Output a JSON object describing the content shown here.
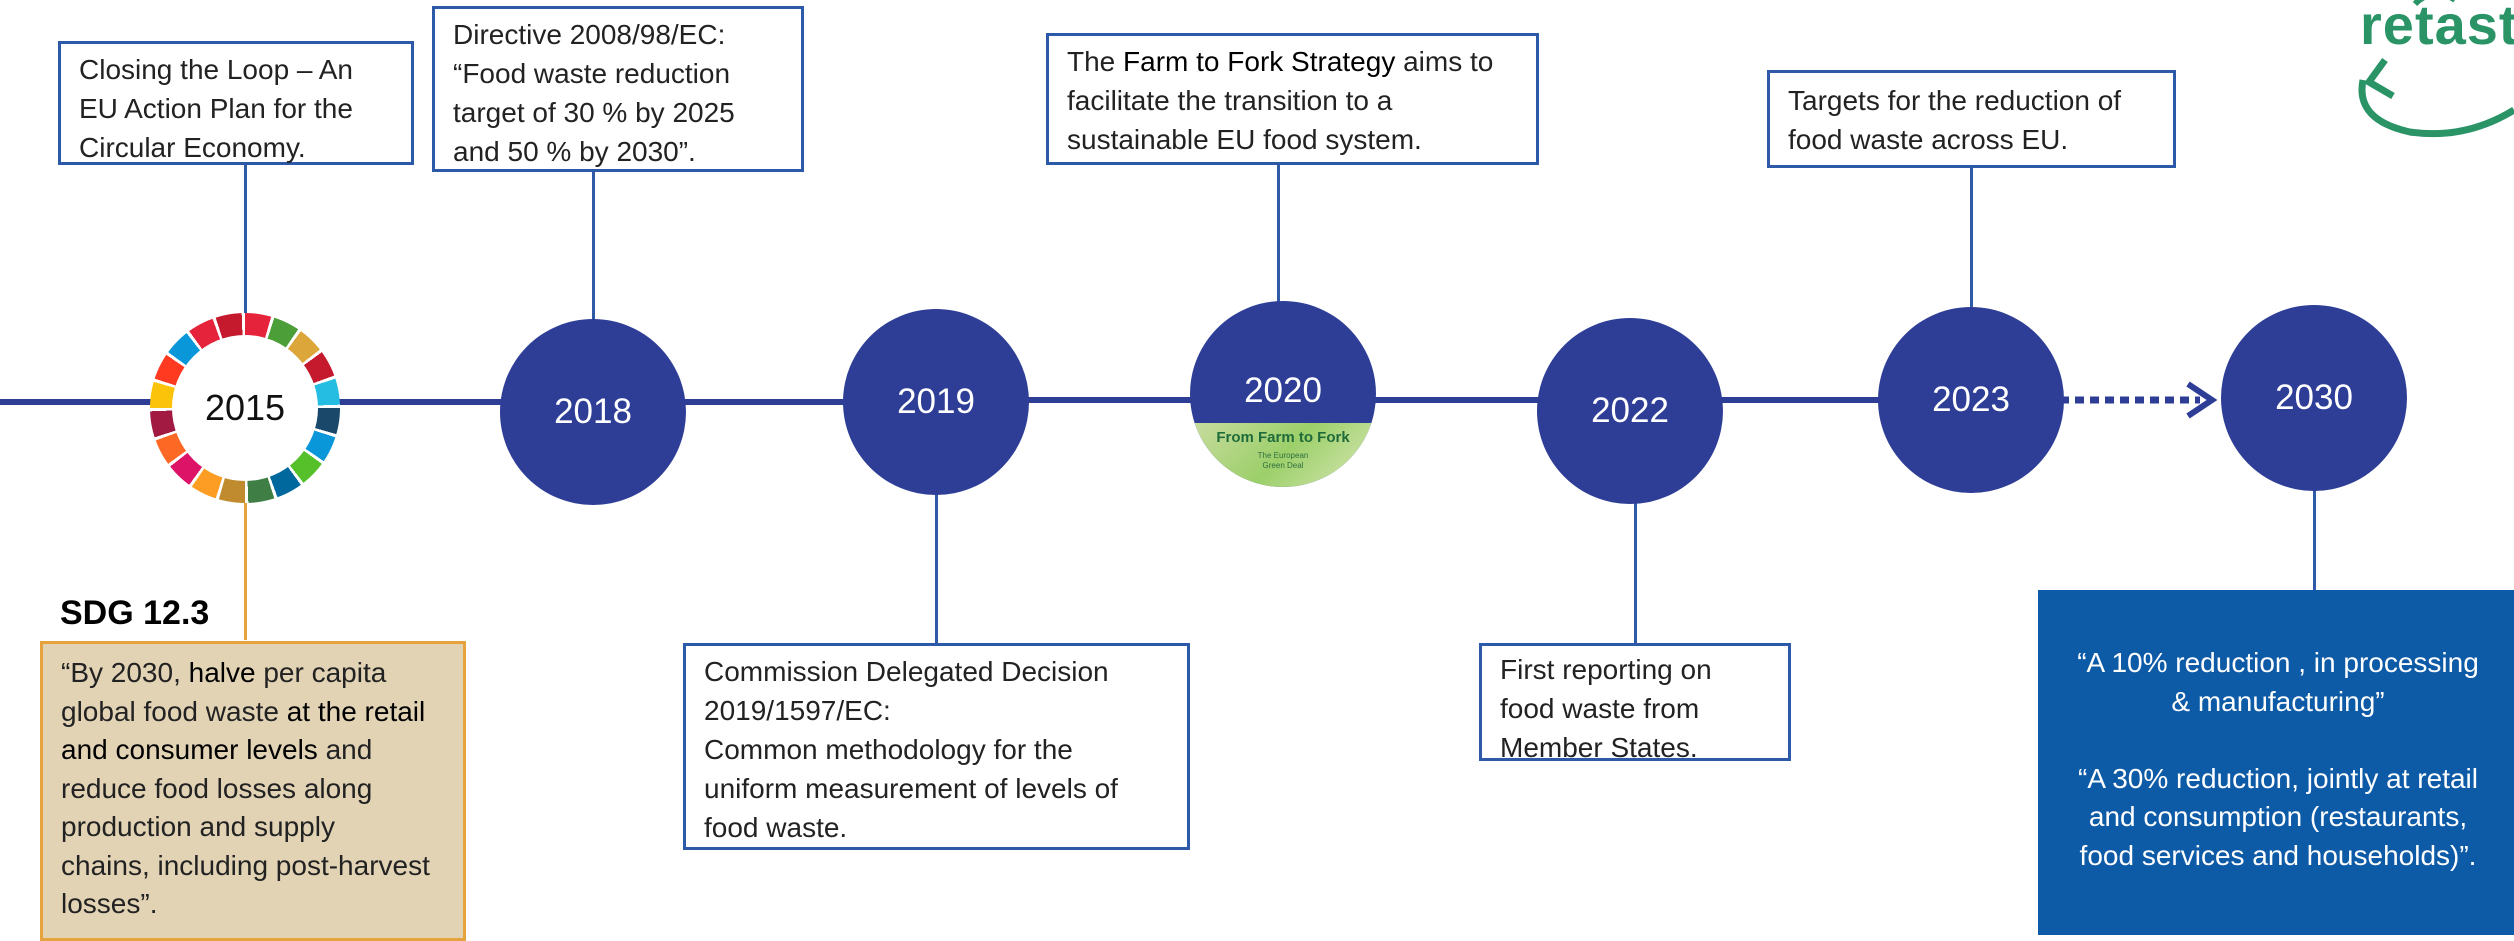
{
  "logo": {
    "text": "retast"
  },
  "timeline": {
    "years": {
      "y2015": "2015",
      "y2018": "2018",
      "y2019": "2019",
      "y2020": "2020",
      "y2022": "2022",
      "y2023": "2023",
      "y2030": "2030"
    },
    "image_2020": {
      "title": "From Farm to Fork",
      "subtitle_1": "The European",
      "subtitle_2": "Green Deal"
    }
  },
  "boxes": {
    "b2015": {
      "lines": [
        "Closing the Loop – An",
        "EU Action Plan for the",
        "Circular Economy."
      ]
    },
    "b2018": {
      "lines": [
        "Directive 2008/98/EC:",
        "“Food waste reduction",
        "target of 30 % by 2025",
        "and 50 % by 2030”."
      ]
    },
    "b2019": {
      "lines": [
        "Commission Delegated Decision",
        "2019/1597/EC:",
        "Common methodology for the",
        "uniform measurement of levels of",
        "food waste."
      ]
    },
    "b2020": {
      "pre": "The ",
      "bold": "Farm to Fork Strategy",
      "post": " aims to",
      "line2": "facilitate the transition to a",
      "line3": "sustainable EU food system."
    },
    "b2022": {
      "lines": [
        "First reporting on",
        "food waste from",
        "Member States."
      ]
    },
    "b2023": {
      "lines": [
        "Targets for the reduction of",
        "food waste across EU."
      ]
    }
  },
  "sdg": {
    "title": "SDG 12.3",
    "l1_pre": "“By 2030, ",
    "l1_bold": "halve",
    "l1_post": " per capita",
    "l2_pre": "global food waste ",
    "l2_bold": "at the retail",
    "l3_bold": "and consumer levels",
    "l3_post": " and",
    "l4": "reduce food losses along",
    "l5": "production and supply",
    "l6": "chains, including post-harvest",
    "l7": "losses”."
  },
  "targets_2030": {
    "p1_l1": "“A 10% reduction , in processing",
    "p1_l2": "& manufacturing”",
    "p2_l1": "“A 30% reduction, jointly at retail",
    "p2_l2": "and consumption (restaurants,",
    "p2_l3": "food services and households)”."
  },
  "colors": {
    "circle": "#2e3e96",
    "connector": "#2e5aa8",
    "sdg_box_fill": "#e2d3b5",
    "sdg_box_border": "#e6a23c",
    "target_box": "#0d5aa7",
    "logo": "#2a9467"
  }
}
